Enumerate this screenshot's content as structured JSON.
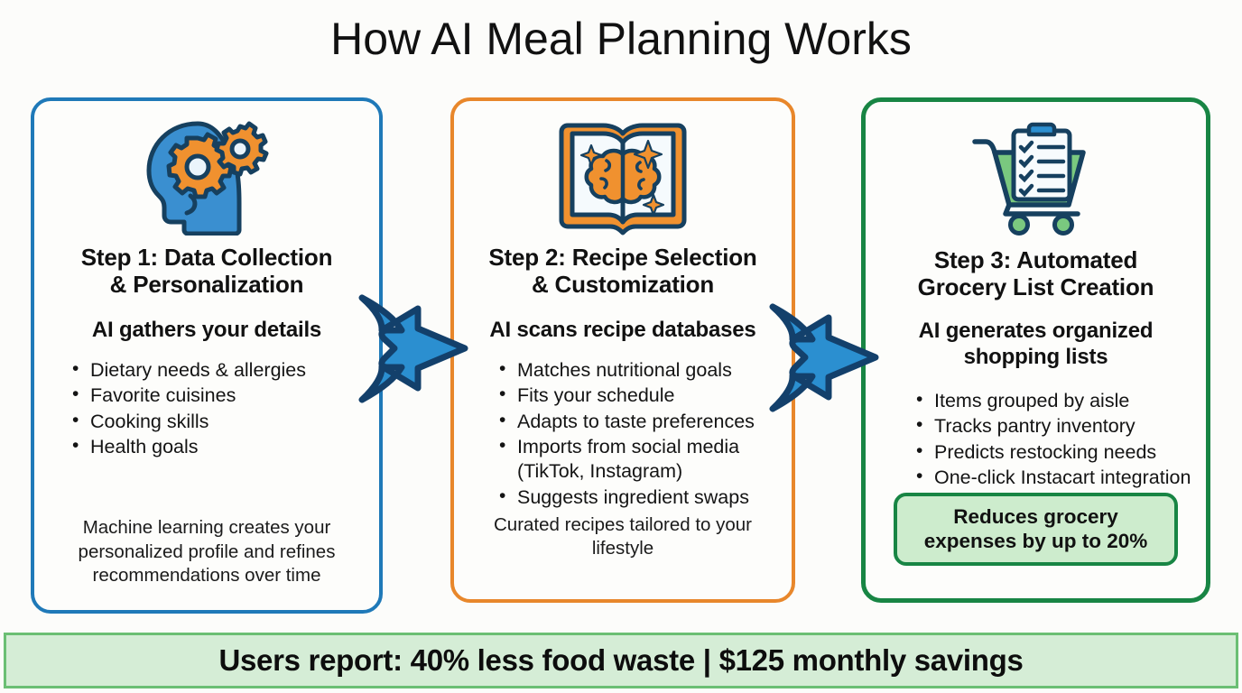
{
  "title": "How AI Meal Planning Works",
  "colors": {
    "background": "#fcfcfa",
    "card1_border": "#1f79b8",
    "card2_border": "#e8872b",
    "card3_border": "#188544",
    "arrow_fill": "#2b8fd0",
    "arrow_outline": "#13406b",
    "highlight_fill": "#cdeccd",
    "banner_fill": "#d5edd6",
    "banner_border": "#6bbf74",
    "icon_blue": "#3a8fd0",
    "icon_orange": "#f0912f",
    "icon_green": "#7ac87f",
    "icon_outline": "#16405f"
  },
  "cards": [
    {
      "icon": "head-with-gears-icon",
      "title": "Step 1: Data Collection\n& Personalization",
      "title_line1": "Step 1: Data Collection",
      "title_line2": "& Personalization",
      "subtitle": "AI gathers your details",
      "bullets": [
        "Dietary needs & allergies",
        "Favorite cuisines",
        "Cooking skills",
        "Health goals"
      ],
      "note": "Machine learning creates your personalized profile and refines recommendations over time"
    },
    {
      "icon": "open-book-with-brain-icon",
      "title": "Step 2: Recipe Selection\n& Customization",
      "title_line1": "Step 2: Recipe Selection",
      "title_line2": "& Customization",
      "subtitle": "AI scans recipe databases",
      "bullets": [
        "Matches nutritional goals",
        "Fits your schedule",
        "Adapts to taste preferences",
        "Imports from social media (TikTok, Instagram)",
        "Suggests ingredient swaps"
      ],
      "note": "Curated recipes tailored to your lifestyle"
    },
    {
      "icon": "shopping-cart-with-checklist-icon",
      "title": "Step 3: Automated\nGrocery List Creation",
      "title_line1": "Step 3: Automated",
      "title_line2": "Grocery List Creation",
      "subtitle": "AI generates organized shopping lists",
      "bullets": [
        "Items grouped by aisle",
        "Tracks pantry inventory",
        "Predicts restocking needs",
        "One-click Instacart integration"
      ],
      "highlight": "Reduces grocery expenses by up to 20%"
    }
  ],
  "arrows": [
    {
      "name": "arrow-step1-to-step2"
    },
    {
      "name": "arrow-step2-to-step3"
    }
  ],
  "banner": {
    "text": "Users report: 40% less food waste | $125 monthly savings"
  }
}
